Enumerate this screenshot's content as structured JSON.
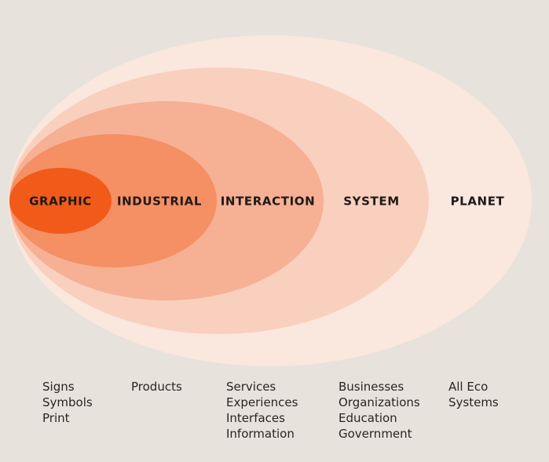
{
  "colors": {
    "background": "#e7e2dc",
    "planet": "#fae7de",
    "system": "#f9d0bd",
    "interaction": "#f6b094",
    "industrial": "#f58f64",
    "graphic": "#f25a1a",
    "text": "#1e1a18"
  },
  "levels": [
    {
      "id": "graphic",
      "title": "GRAPHIC",
      "examples": [
        "Signs",
        "Symbols",
        "Print"
      ]
    },
    {
      "id": "industrial",
      "title": "INDUSTRIAL",
      "examples": [
        "Products"
      ]
    },
    {
      "id": "interaction",
      "title": "INTERACTION",
      "examples": [
        "Services",
        "Experiences",
        "Interfaces",
        "Information"
      ]
    },
    {
      "id": "system",
      "title": "SYSTEM",
      "examples": [
        "Businesses",
        "Organizations",
        "Education",
        "Government"
      ]
    },
    {
      "id": "planet",
      "title": "PLANET",
      "examples": [
        "All Eco",
        "Systems"
      ]
    }
  ]
}
